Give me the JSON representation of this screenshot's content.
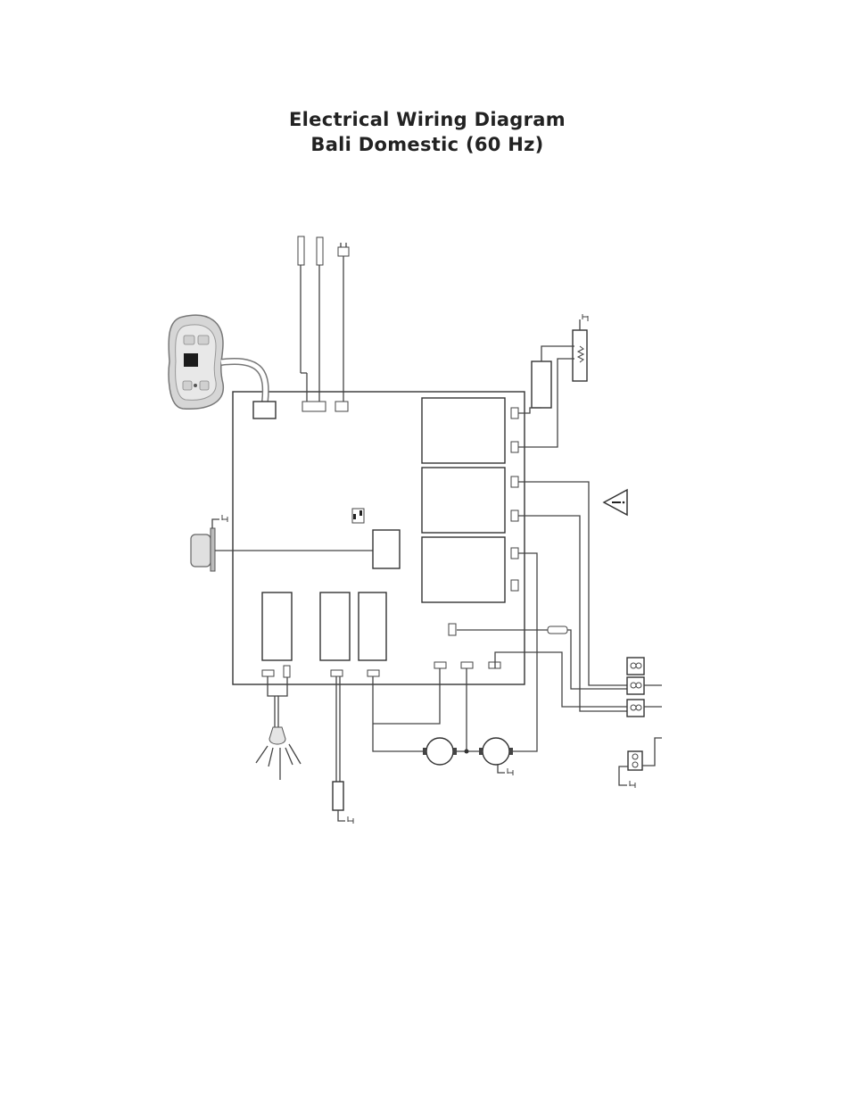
{
  "title": {
    "line1": "Electrical Wiring Diagram",
    "line2": "Bali Domestic (60 Hz)"
  },
  "icons": {
    "control_panel": "spa-topside-control-panel",
    "warning": "warning-triangle-icon",
    "ground": "ground-symbol-icon",
    "light": "spa-light-icon",
    "pump": "pump-motor-icon"
  },
  "colors": {
    "line": "#444444",
    "title": "#222222"
  }
}
